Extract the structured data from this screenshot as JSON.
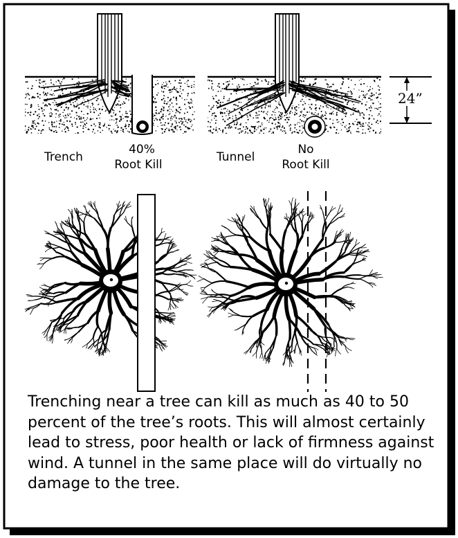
{
  "depth_label": "24”",
  "trench": {
    "side_label": "Trench",
    "percent_label": "40%",
    "result_label": "Root Kill"
  },
  "tunnel": {
    "side_label": "Tunnel",
    "percent_label": "No",
    "result_label": "Root Kill"
  },
  "caption": "Trenching near a tree can kill as much as 40 to 50 percent of the tree’s roots. This will almost certainly lead to stress, poor health or lack of firmness against wind. A tunnel in the same place will do virtually no damage to the tree."
}
